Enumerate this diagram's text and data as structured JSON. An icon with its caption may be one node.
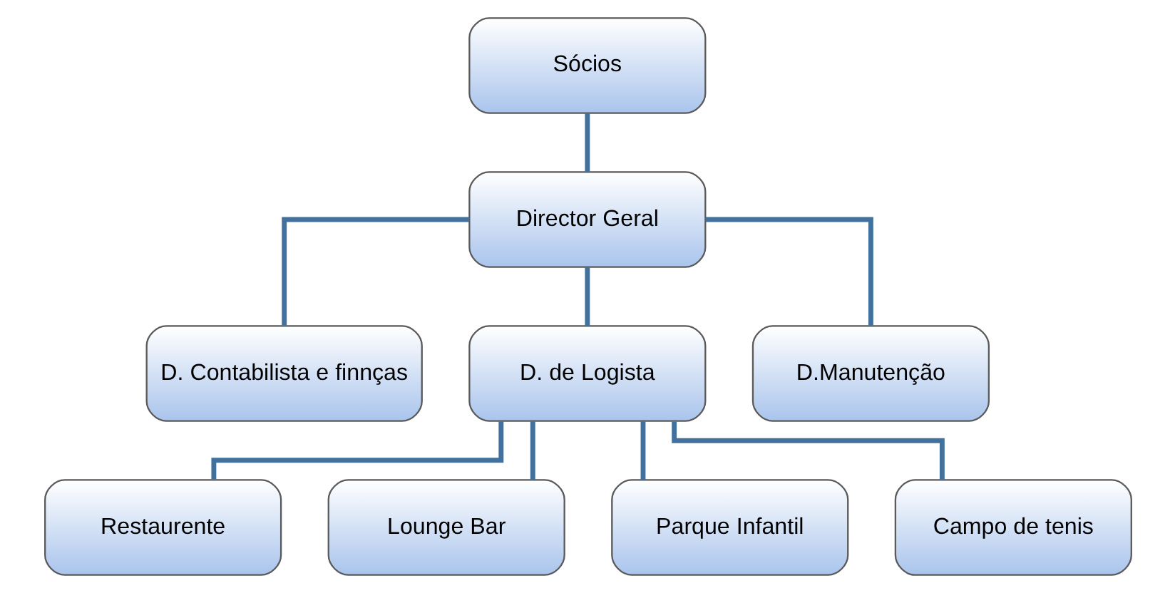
{
  "diagram": {
    "nodes": [
      {
        "text": [
          "Sócios"
        ]
      },
      {
        "text": [
          "Director Geral"
        ]
      },
      {
        "text": [
          "D. Contabilista e finnças"
        ]
      },
      {
        "text": [
          "D. de Logista"
        ]
      },
      {
        "text": [
          "D.Manutenção"
        ]
      },
      {
        "text": [
          "Restaurente"
        ]
      },
      {
        "text": [
          "Lounge Bar"
        ]
      },
      {
        "text": [
          "Parque Infantil"
        ]
      },
      {
        "text": [
          "Campo de tenis"
        ]
      }
    ],
    "edges": [
      {
        "from": 0,
        "to": 1,
        "arrow": "none"
      },
      {
        "from": 1,
        "to": 2,
        "arrow": "none"
      },
      {
        "from": 1,
        "to": 3,
        "arrow": "none"
      },
      {
        "from": 1,
        "to": 4,
        "arrow": "none"
      },
      {
        "from": 3,
        "to": 5,
        "arrow": "none"
      },
      {
        "from": 3,
        "to": 6,
        "arrow": "none"
      },
      {
        "from": 3,
        "to": 7,
        "arrow": "none"
      },
      {
        "from": 3,
        "to": 8,
        "arrow": "none"
      }
    ]
  }
}
